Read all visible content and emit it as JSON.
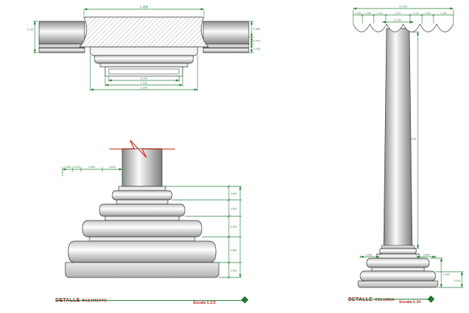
{
  "drawing": {
    "type": "architectural-cad-column-details",
    "colors": {
      "dimension_green": "#1f7d33",
      "title_red": "#8b1515",
      "scale_red": "#b02020",
      "outline": "#2a2a2a",
      "break_red": "#cc2211",
      "paper": "#ffffff"
    }
  },
  "capital_section": {
    "dims": {
      "top_width": "1.400",
      "left_height": "0.115",
      "right_heights": [
        "0.065",
        "0.014",
        "0.078"
      ],
      "bottom_widths": [
        "0.740",
        "1.325",
        "1.370"
      ]
    }
  },
  "base_detail": {
    "title": "DETALLE",
    "subtitle": "BASAMENTO",
    "scale": "Escala 1:2.5",
    "top_dims": [
      "0.048",
      "0.015",
      "0.060",
      "0.054"
    ],
    "right_dims": [
      "0.045",
      "0.032",
      "0.045",
      "0.060",
      "0.035"
    ]
  },
  "column_elevation": {
    "title": "DETALLE",
    "subtitle": "COLUMNA",
    "scale": "Escala 1:10",
    "dims": {
      "top_total": "0.700",
      "capital_segments": [
        "0.048",
        "0.083",
        "0.103",
        "0.140",
        "0.103",
        "0.083",
        "0.048"
      ],
      "neck": "0.150",
      "shaft_height": "1.726",
      "base_left": "0.048",
      "base_right": "0.048",
      "base_height": "0.190",
      "plinth_height": "0.100"
    }
  }
}
